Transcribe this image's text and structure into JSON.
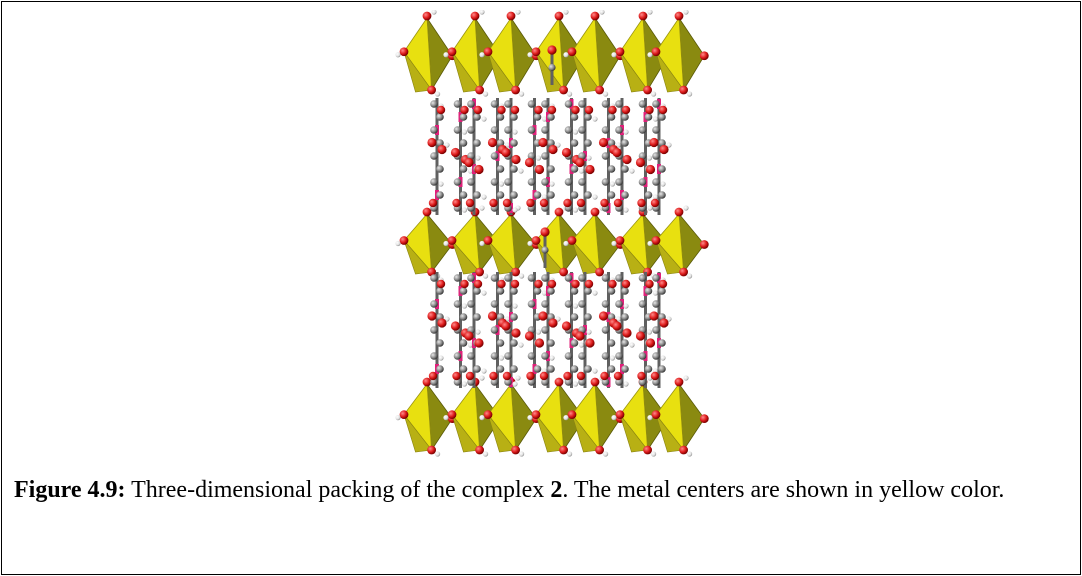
{
  "figure": {
    "image_description": "crystal-packing-structure",
    "colors": {
      "polyhedra": "#e8e010",
      "polyhedra_shade": "#8a8a10",
      "oxygen": "#dd1a1a",
      "carbon": "#8a8a8a",
      "hydrogen": "#f4f4f4",
      "bond": "#606060",
      "pink": "#e0207a"
    },
    "caption": {
      "label": "Figure 4.9:",
      "text_before_bold": " Three-dimensional packing of the complex ",
      "bold_number": "2",
      "text_after_bold": ". The metal centers are shown in yellow color."
    }
  }
}
